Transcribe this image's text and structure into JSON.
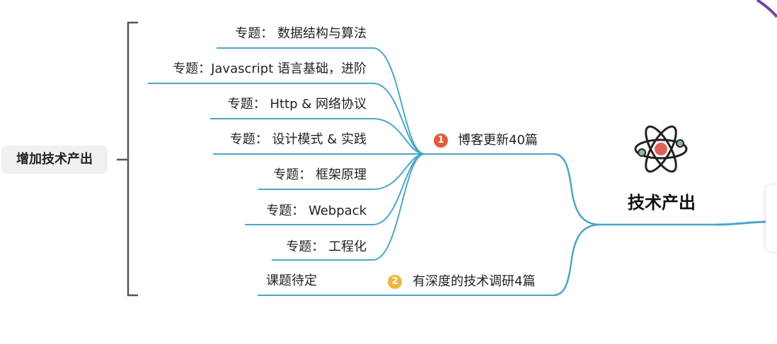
{
  "central": {
    "label": "技术产出",
    "icon": "atom-icon"
  },
  "branches": [
    {
      "number": "1",
      "label": "博客更新40篇",
      "badge_color": "#e25a3f",
      "children": [
        "专题： 数据结构与算法",
        "专题：Javascript 语言基础，进阶",
        "专题： Http & 网络协议",
        "专题： 设计模式 & 实践",
        "专题： 框架原理",
        "专题： Webpack",
        "专题： 工程化"
      ]
    },
    {
      "number": "2",
      "label": "有深度的技术调研4篇",
      "badge_color": "#f0b63a",
      "children": [
        "课题待定"
      ]
    }
  ],
  "summary": {
    "label": "增加技术产出"
  },
  "colors": {
    "connector": "#4ba6c8",
    "bracket": "#555555",
    "summary_bg": "#f0f0f0",
    "accent_purple": "#7b3fa0"
  }
}
